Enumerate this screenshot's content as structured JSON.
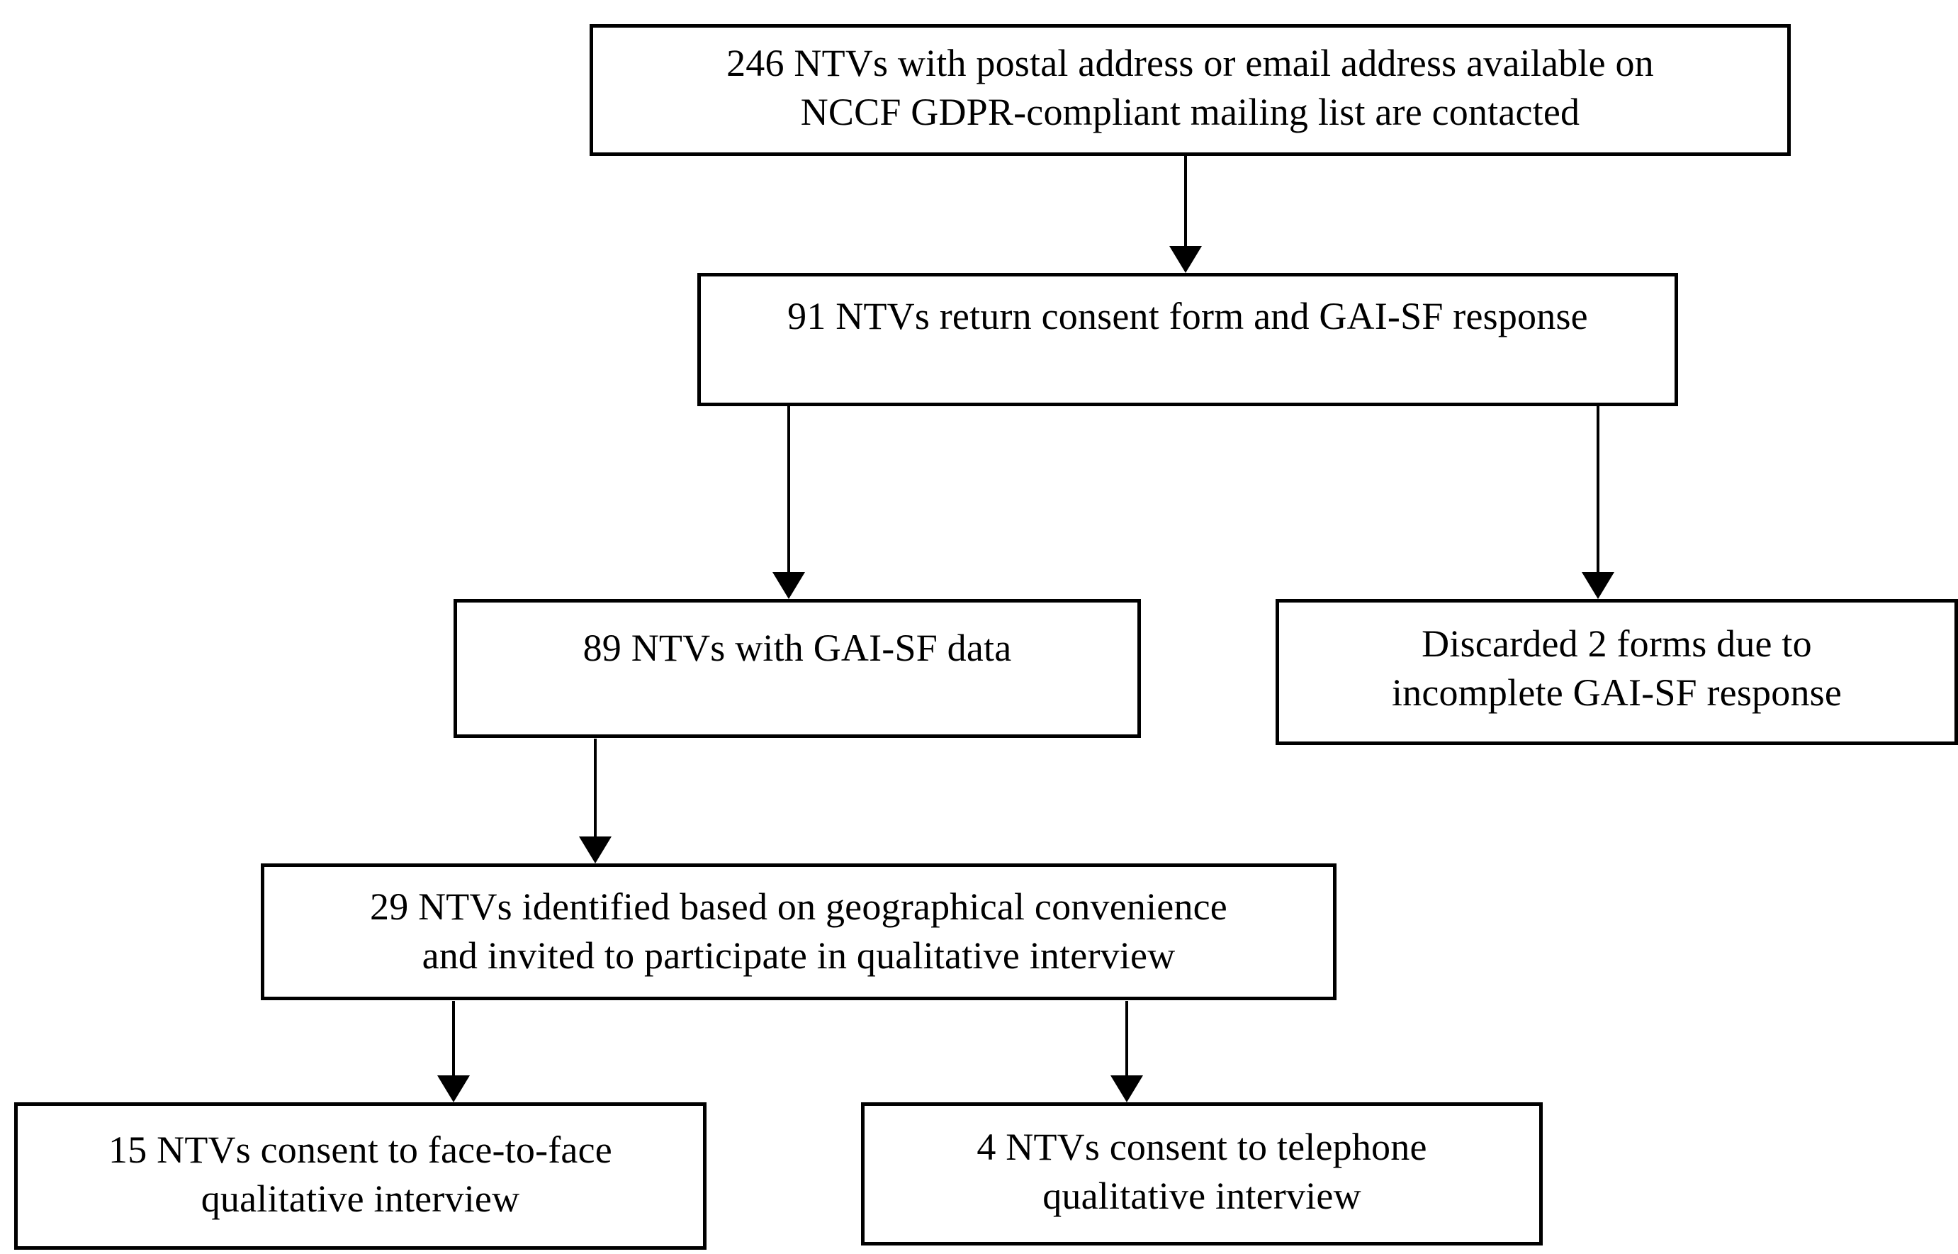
{
  "diagram": {
    "type": "flowchart",
    "orientation": "top-to-bottom",
    "background_color": "#ffffff",
    "line_color": "#000000",
    "text_color": "#000000",
    "nodes": [
      {
        "id": "contacted",
        "text": "246 NTVs with postal address or email address available  on\nNCCF GDPR-compliant mailing list are contacted",
        "count": 246
      },
      {
        "id": "returned",
        "text": "91 NTVs return consent form and GAI-SF response",
        "count": 91
      },
      {
        "id": "with_data",
        "text": "89 NTVs with GAI-SF data",
        "count": 89
      },
      {
        "id": "discarded",
        "text": "Discarded 2 forms due to\nincomplete GAI-SF response",
        "count": 2
      },
      {
        "id": "identified",
        "text": "29 NTVs identified based on geographical convenience\nand invited to participate in qualitative interview",
        "count": 29
      },
      {
        "id": "face_to_face",
        "text": "15 NTVs consent to face-to-face\nqualitative interview",
        "count": 15
      },
      {
        "id": "telephone",
        "text": "4 NTVs consent to telephone\nqualitative interview",
        "count": 4
      }
    ],
    "edges": [
      {
        "id": "contacted-returned",
        "from": "contacted",
        "to": "returned",
        "arrow": "down"
      },
      {
        "id": "returned-with_data",
        "from": "returned",
        "to": "with_data",
        "arrow": "down"
      },
      {
        "id": "returned-discarded",
        "from": "returned",
        "to": "discarded",
        "arrow": "down"
      },
      {
        "id": "with_data-identified",
        "from": "with_data",
        "to": "identified",
        "arrow": "down"
      },
      {
        "id": "identified-face",
        "from": "identified",
        "to": "face_to_face",
        "arrow": "down"
      },
      {
        "id": "identified-telephone",
        "from": "identified",
        "to": "telephone",
        "arrow": "down"
      }
    ]
  }
}
